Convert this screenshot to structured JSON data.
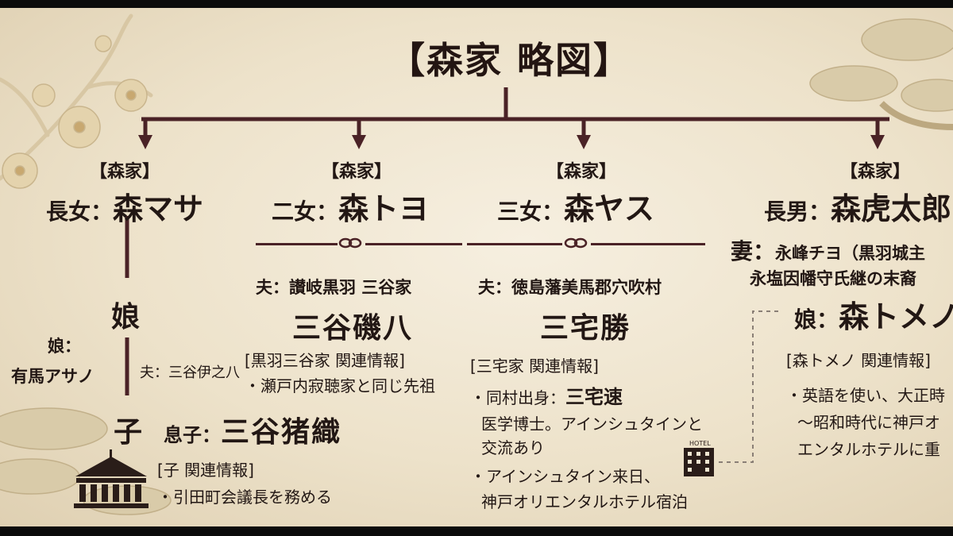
{
  "title": "【森家 略図】",
  "daughter1": {
    "house": "【森家】",
    "rank": "長女：",
    "name": "森マサ",
    "child_label": "娘",
    "grandchild_label_1": "娘：",
    "grandchild_label_2": "有馬アサノ",
    "husband": "夫：三谷伊之八",
    "son_label": "子",
    "son_relation": "息子：",
    "son_name": "三谷猪織",
    "info_title": "[子 関連情報]",
    "info_1": "・引田町会議長を務める"
  },
  "daughter2": {
    "house": "【森家】",
    "rank": "二女：",
    "name": "森トヨ",
    "husband_label": "夫：讃岐黒羽 三谷家",
    "husband_name": "三谷磯八",
    "info_title": "[黒羽三谷家 関連情報]",
    "info_1": "・瀬戸内寂聴家と同じ先祖"
  },
  "daughter3": {
    "house": "【森家】",
    "rank": "三女：",
    "name": "森ヤス",
    "husband_label": "夫：徳島藩美馬郡穴吹村",
    "husband_name": "三宅勝",
    "info_title": "[三宅家 関連情報]",
    "info_1a": "・同村出身：",
    "info_1b": "三宅速",
    "info_2": "医学博士。アインシュタインと",
    "info_3": "交流あり",
    "info_4": "・アインシュタイン来日、",
    "info_5": "神戸オリエンタルホテル宿泊",
    "hotel_sign": "HOTEL"
  },
  "son1": {
    "house": "【森家】",
    "rank": "長男：",
    "name": "森虎太郎",
    "wife_label": "妻：",
    "wife_name": "永峰チヨ（黒羽城主",
    "wife_desc": "永塩因幡守氏継の末裔",
    "daughter_label": "娘：",
    "daughter_name": "森トメノ",
    "info_title": "[森トメノ 関連情報]",
    "info_1": "・英語を使い、大正時",
    "info_2": "～昭和時代に神戸オ",
    "info_3": "エンタルホテルに重"
  },
  "colors": {
    "ink": "#221714",
    "line": "#4a2226",
    "paper": "#efe5d0"
  }
}
